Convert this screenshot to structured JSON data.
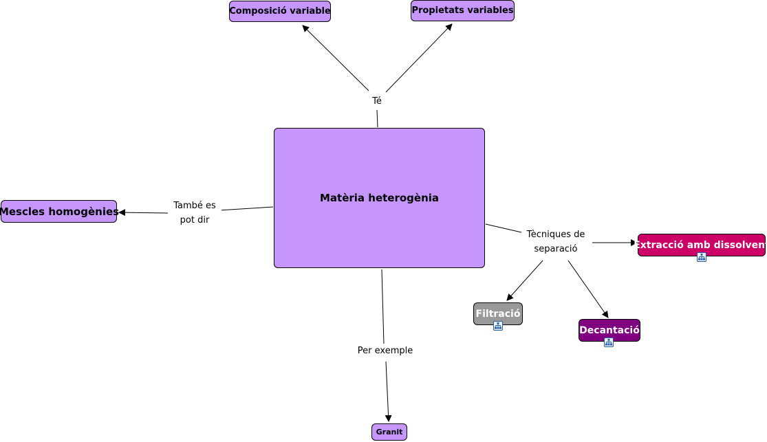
{
  "colors": {
    "purple_node": "#c696fc",
    "magenta_node": "#cc0066",
    "grey_node": "#999999",
    "dark_purple_node": "#800080",
    "line": "#000000"
  },
  "concepts": {
    "main": "Matèria heterogènia",
    "composicio": "Composició variable",
    "propietats": "Propietats variables",
    "mescles": "Mescles homogènies",
    "extraccio": "Extracció amb dissolvent",
    "filtracio": "Filtració",
    "decantacio": "Decantació",
    "granit": "Granit"
  },
  "linking_phrases": {
    "te": "Té",
    "tambe_line1": "També es",
    "tambe_line2": "pot dir",
    "tecniques_line1": "Tècniques de",
    "tecniques_line2": "separació",
    "per_exemple": "Per exemple"
  },
  "icons": {
    "submap": "submap-icon"
  }
}
